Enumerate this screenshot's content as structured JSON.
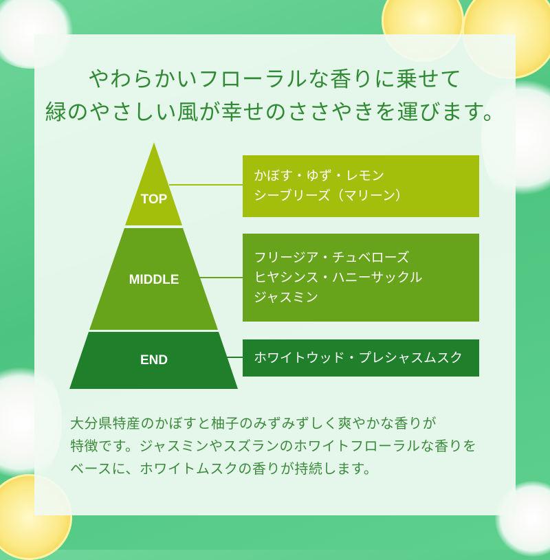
{
  "headline": {
    "line1": "やわらかいフローラルな香りに乗せて",
    "line2": "緑のやさしい風が幸せのささやきを運びます。"
  },
  "pyramid": {
    "tiers": [
      {
        "label": "TOP",
        "color": "#a3bf0c",
        "notes": [
          "かぼす・ゆず・レモン",
          "シーブリーズ（マリーン）"
        ]
      },
      {
        "label": "MIDDLE",
        "color": "#68a31c",
        "notes": [
          "フリージア・チュベローズ",
          "ヒヤシンス・ハニーサックル",
          "ジャスミン"
        ]
      },
      {
        "label": "END",
        "color": "#1f7f2a",
        "notes": [
          "ホワイトウッド・プレシャスムスク"
        ]
      }
    ]
  },
  "description": {
    "line1": "大分県特産のかぼすと柚子のみずみずしく爽やかな香りが",
    "line2": "特徴です。ジャスミンやスズランのホワイトフローラルな香りを",
    "line3": "ベースに、ホワイトムスクの香りが持続します。"
  },
  "colors": {
    "background": "#4cc47f",
    "panel": "#f0faf2",
    "headline_text": "#2f8a33",
    "body_text": "#3c8a3c"
  }
}
